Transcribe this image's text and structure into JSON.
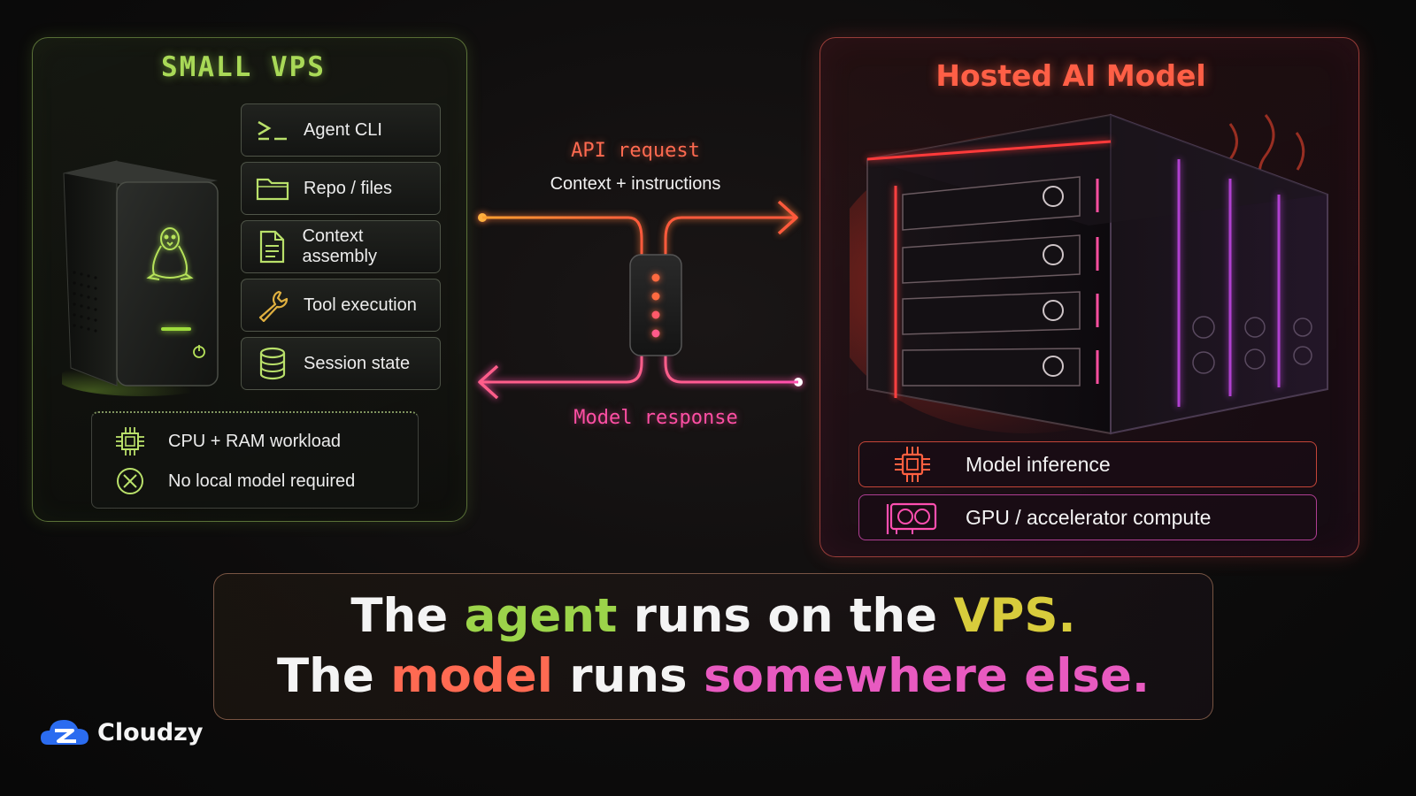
{
  "vps": {
    "title": "SMALL VPS",
    "stack": [
      {
        "icon": "terminal-icon",
        "label": "Agent CLI"
      },
      {
        "icon": "folder-icon",
        "label": "Repo / files"
      },
      {
        "icon": "document-icon",
        "label": "Context assembly"
      },
      {
        "icon": "wrench-icon",
        "label": "Tool execution"
      },
      {
        "icon": "database-icon",
        "label": "Session state"
      }
    ],
    "footer": [
      {
        "icon": "cpu-icon",
        "label": "CPU + RAM workload"
      },
      {
        "icon": "x-circle-icon",
        "label": "No local model required"
      }
    ]
  },
  "flow": {
    "request_label": "API request",
    "request_sub": "Context + instructions",
    "response_label": "Model response"
  },
  "ai": {
    "title": "Hosted AI Model",
    "items": [
      {
        "icon": "chip-icon",
        "label": "Model inference"
      },
      {
        "icon": "gpu-icon",
        "label": "GPU / accelerator compute"
      }
    ]
  },
  "caption": {
    "line1": {
      "a": "The ",
      "b": "agent",
      "c": " runs on the ",
      "d": "VPS."
    },
    "line2": {
      "a": "The ",
      "b": "model",
      "c": " runs ",
      "d": "somewhere else."
    }
  },
  "brand": {
    "name": "Cloudzy"
  },
  "colors": {
    "vps_accent": "#a9d957",
    "request_accent": "#ff6a50",
    "response_accent": "#ff4fa4",
    "ai_accent": "#ff5f46",
    "caption_vps": "#d8cc3c",
    "caption_else": "#e85ac0",
    "brand_blue": "#2b6cf0"
  }
}
